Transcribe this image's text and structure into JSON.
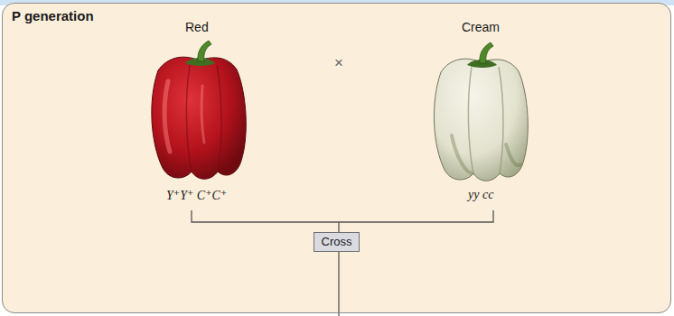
{
  "diagram": {
    "nodes": [
      {
        "text": [
          "P generation"
        ]
      },
      {
        "text": [
          "Cross"
        ],
        "in": 0
      }
    ],
    "labels": [
      "Red",
      "Cream",
      "×",
      "Y⁺Y⁺ C⁺C⁺",
      "yy cc"
    ]
  }
}
